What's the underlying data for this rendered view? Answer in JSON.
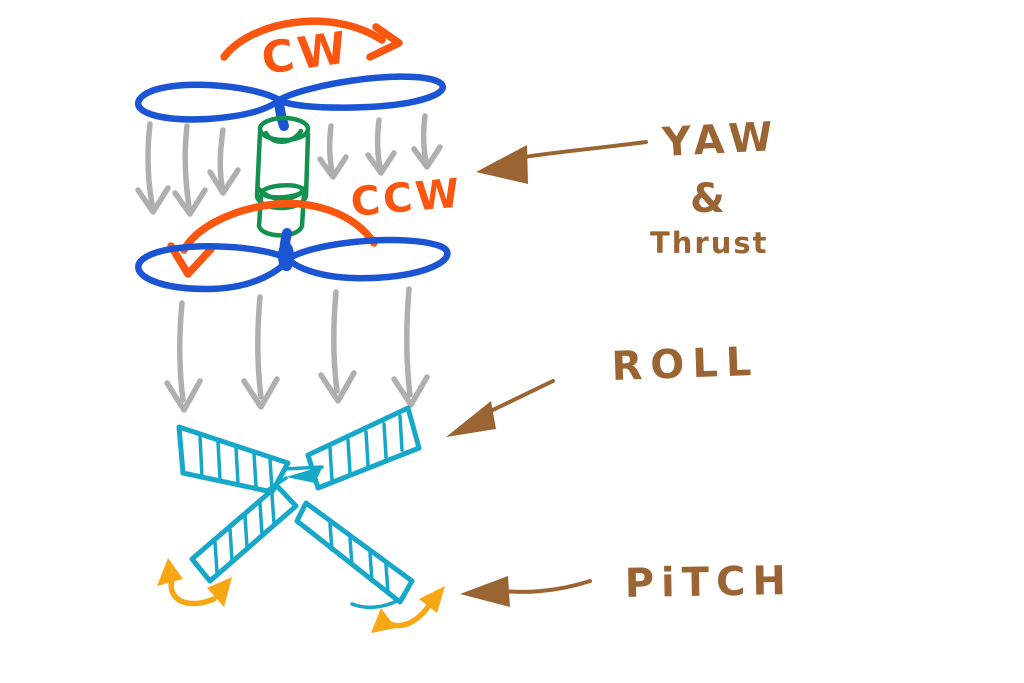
{
  "diagram": {
    "title": "Hand-drawn coaxial rotor craft control sketch",
    "labels": {
      "top_rotor_direction": "CW",
      "bottom_rotor_direction": "CCW",
      "yaw_thrust_line1": "YAW",
      "yaw_thrust_line2": "&",
      "yaw_thrust_line3": "Thrust",
      "roll": "ROLL",
      "pitch": "PiTCH"
    },
    "colors": {
      "rotor_blue": "#1C55D4",
      "motor_green": "#12914F",
      "airflow_gray": "#AFAFAF",
      "rotation_orange": "#FA560F",
      "fin_cyan": "#16A7C9",
      "fin_motion_amber": "#F7A713",
      "annotation_brown": "#9A6433",
      "background": "#FFFFFF"
    },
    "elements": {
      "rotor_count": 2,
      "motor_cylinder_count": 2,
      "airflow_arrows_between_rotors": 6,
      "airflow_arrows_below_lower_rotor": 4,
      "control_fin_count": 4,
      "fin_motion_arrow_count": 2,
      "callout_arrow_count": 3
    }
  }
}
